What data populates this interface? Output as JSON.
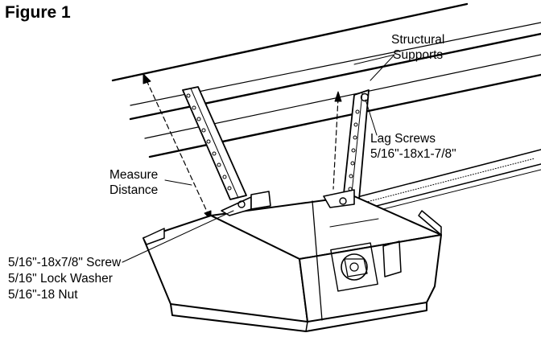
{
  "figure": {
    "title": "Figure 1",
    "labels": {
      "structural_supports": [
        "Structural",
        "Supports"
      ],
      "lag_screws": [
        "Lag Screws",
        "5/16\"-18x1-7/8\""
      ],
      "measure_distance": [
        "Measure",
        "Distance"
      ],
      "hardware": [
        "5/16\"-18x7/8\" Screw",
        "5/16\" Lock Washer",
        "5/16\"-18 Nut"
      ]
    }
  }
}
